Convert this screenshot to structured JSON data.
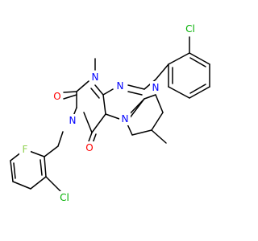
{
  "diagram": {
    "type": "chemical-structure",
    "colors": {
      "bond": "#000000",
      "N": "#0000ff",
      "O": "#ff0000",
      "Cl": "#00b000",
      "F": "#8fd14f"
    },
    "atoms": [
      {
        "id": "cl_top",
        "label": "Cl",
        "element": "Cl"
      },
      {
        "id": "n9",
        "label": "N",
        "element": "N"
      },
      {
        "id": "n_imid",
        "label": "N",
        "element": "N"
      },
      {
        "id": "n1",
        "label": "N",
        "element": "N"
      },
      {
        "id": "o2",
        "label": "O",
        "element": "O"
      },
      {
        "id": "n3",
        "label": "N",
        "element": "N"
      },
      {
        "id": "n_bot",
        "label": "N",
        "element": "N"
      },
      {
        "id": "o6",
        "label": "O",
        "element": "O"
      },
      {
        "id": "f",
        "label": "F",
        "element": "F"
      },
      {
        "id": "cl_bot",
        "label": "Cl",
        "element": "Cl"
      }
    ]
  }
}
